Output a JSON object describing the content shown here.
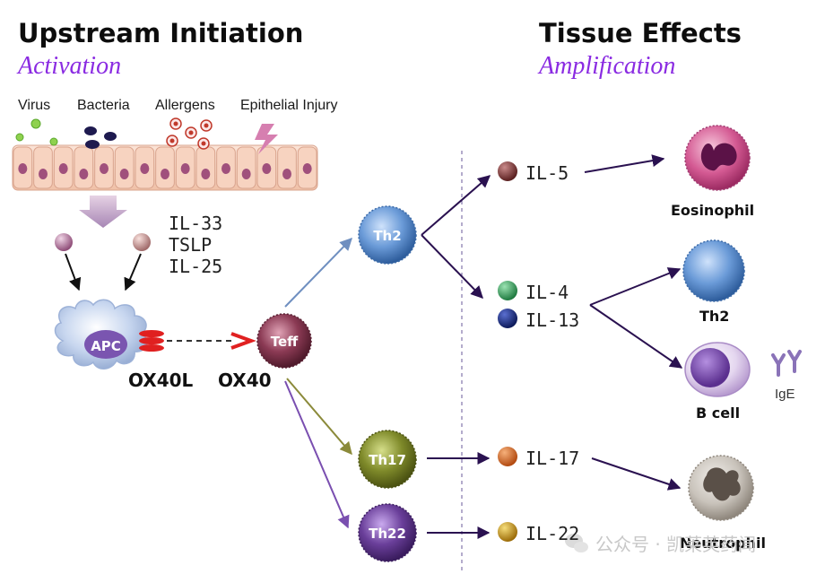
{
  "left_header": {
    "title": "Upstream Initiation",
    "subtitle": "Activation"
  },
  "right_header": {
    "title": "Tissue Effects",
    "subtitle": "Amplification"
  },
  "triggers": [
    "Virus",
    "Bacteria",
    "Allergens",
    "Epithelial Injury"
  ],
  "alarmins": [
    "IL-33",
    "TSLP",
    "IL-25"
  ],
  "cells": {
    "apc": "APC",
    "teff": "Teff",
    "th2": "Th2",
    "th17": "Th17",
    "th22": "Th22"
  },
  "ligands": {
    "ox40l": "OX40L",
    "ox40": "OX40"
  },
  "cytokines": [
    "IL-5",
    "IL-4",
    "IL-13",
    "IL-17",
    "IL-22"
  ],
  "effectors": {
    "eosinophil": "Eosinophil",
    "th2": "Th2",
    "b_cell": "B cell",
    "ige": "IgE",
    "neutrophil": "Neutrophil"
  },
  "watermark": {
    "text": "公众号 · 凯莱英药闻"
  },
  "colors": {
    "activation_purple": "#8a2be2",
    "arrow_dark": "#2a1150",
    "arrow_blue": "#6f8fc0",
    "arrow_olive": "#8b8a3a",
    "arrow_violet": "#7a4fb0",
    "th2_blue": "#6b9bd8",
    "teff_maroon": "#8b3a54",
    "th17_olive": "#7f8a2a",
    "th22_purple": "#6a3f9a"
  }
}
